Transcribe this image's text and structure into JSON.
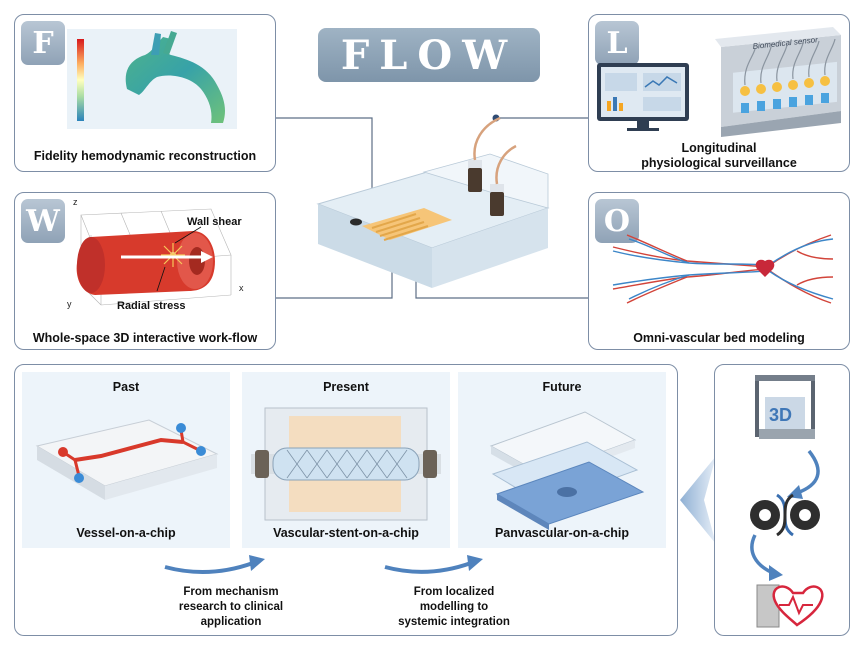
{
  "title": "FLOW",
  "panels": {
    "f": {
      "letter": "F",
      "caption": "Fidelity hemodynamic reconstruction"
    },
    "l": {
      "letter": "L",
      "caption_line1": "Longitudinal",
      "caption_line2": "physiological surveillance",
      "sensor_label": "Biomedical sensor"
    },
    "w": {
      "letter": "W",
      "caption": "Whole-space 3D interactive work-flow",
      "wall_shear": "Wall shear",
      "radial_stress": "Radial stress",
      "axis_x": "x",
      "axis_y": "y",
      "axis_z": "z"
    },
    "o": {
      "letter": "O",
      "caption": "Omni-vascular bed modeling"
    }
  },
  "timeline": {
    "past": {
      "title": "Past",
      "label": "Vessel-on-a-chip"
    },
    "present": {
      "title": "Present",
      "label": "Vascular-stent-on-a-chip"
    },
    "future": {
      "title": "Future",
      "label": "Panvascular-on-a-chip"
    },
    "transition1": [
      "From mechanism",
      "research to clinical",
      "application"
    ],
    "transition2": [
      "From localized",
      "modelling to",
      "systemic integration"
    ]
  },
  "workflow": {
    "printer_label": "3D"
  }
}
